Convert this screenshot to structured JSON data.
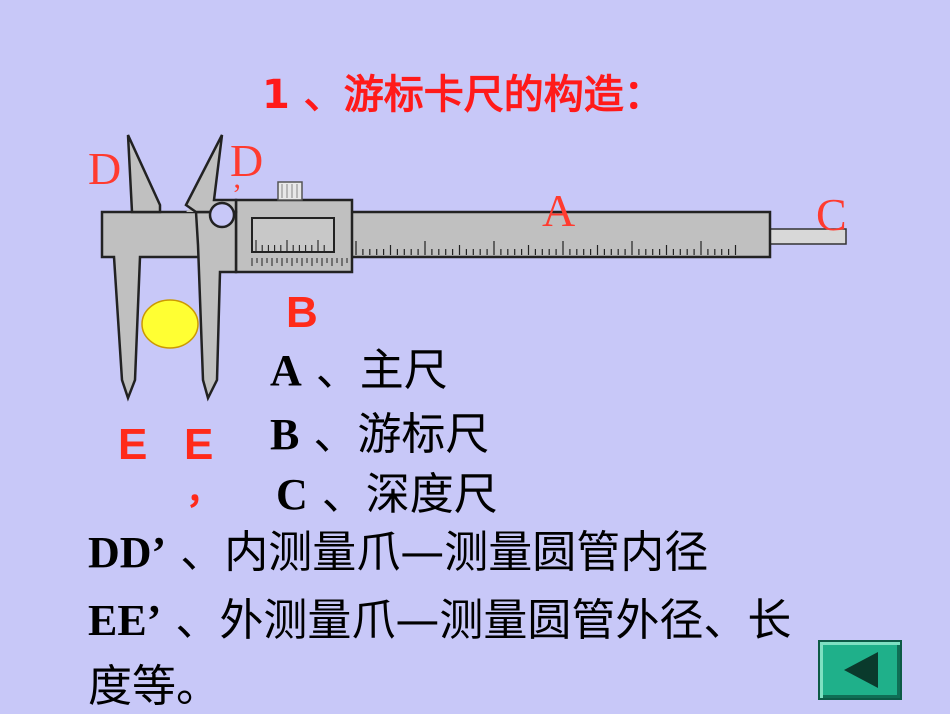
{
  "title": "1 、游标卡尺的构造：",
  "labels": {
    "D": "D",
    "D_prime": "D",
    "D_prime_mark": "’",
    "A": "A",
    "C": "C",
    "B": "B",
    "E": "E",
    "E_prime": "E",
    "E_prime_mark": "，"
  },
  "parts": [
    {
      "key": "A",
      "sep": " 、",
      "text": "主尺"
    },
    {
      "key": "B",
      "sep": " 、",
      "text": "游标尺"
    },
    {
      "key": "C",
      "sep": " 、",
      "text": "深度尺"
    }
  ],
  "descriptions": [
    {
      "key": "DD’",
      "sep": " 、",
      "text": "内测量爪—测量圆管内径"
    },
    {
      "key": "EE’",
      "sep": " 、",
      "text": "外测量爪—测量圆管外径、长"
    },
    {
      "key": "",
      "sep": "",
      "text": "度等。"
    }
  ],
  "colors": {
    "background": "#c8c8f8",
    "title": "#ff1a1a",
    "labels": "#ff3b2f",
    "caliper_body": "#c0c0c0",
    "object": "#ffff33",
    "button": "#1fb08a"
  },
  "icons": {
    "back": "triangle-left-icon"
  }
}
